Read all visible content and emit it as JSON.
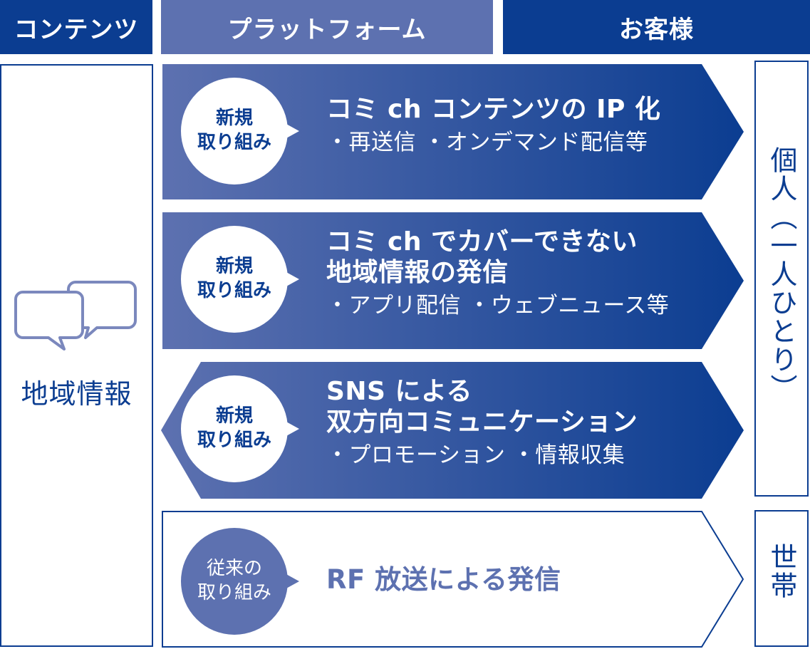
{
  "header": {
    "content": "コンテンツ",
    "platform": "プラットフォーム",
    "customer": "お客様"
  },
  "left": {
    "label": "地域情報",
    "icon": "chat-bubbles-icon"
  },
  "right": {
    "individual": "個人（一人ひとり）",
    "household": "世帯"
  },
  "rows": [
    {
      "bubble_line1": "新規",
      "bubble_line2": "取り組み",
      "title_line1": "コミ ch コンテンツの IP 化",
      "sub": "・再送信 ・オンデマンド配信等"
    },
    {
      "bubble_line1": "新規",
      "bubble_line2": "取り組み",
      "title_line1": "コミ ch でカバーできない",
      "title_line2": "地域情報の発信",
      "sub": "・アプリ配信 ・ウェブニュース等"
    },
    {
      "bubble_line1": "新規",
      "bubble_line2": "取り組み",
      "title_line1": "SNS による",
      "title_line2": "双方向コミュニケーション",
      "sub": "・プロモーション ・情報収集"
    },
    {
      "bubble_line1": "従来の",
      "bubble_line2": "取り組み",
      "title_line1": "RF 放送による発信"
    }
  ],
  "colors": {
    "navy": "#0b3d91",
    "medium": "#5d71b0",
    "gradient_start": "#5d71b0",
    "gradient_end": "#0b3d91"
  }
}
